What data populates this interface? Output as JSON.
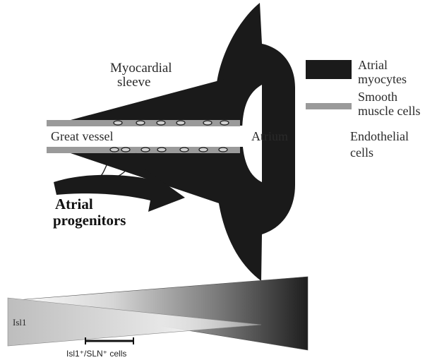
{
  "labels": {
    "myocardial_line1": "Myocardial",
    "myocardial_line2": "sleeve",
    "great_vessel": "Great vessel",
    "atrium": "Atrium",
    "progenitors_line1": "Atrial",
    "progenitors_line2": "progenitors",
    "isl1": "Isl1",
    "double_positive": "Isl1⁺/SLN⁺ cells"
  },
  "legend": [
    {
      "line1": "Atrial",
      "line2": "myocytes"
    },
    {
      "line1": "Smooth",
      "line2": "muscle cells"
    },
    {
      "line1": "Endothelial",
      "line2": "cells"
    }
  ],
  "colors": {
    "myocyte": "#1a1a1a",
    "smooth_muscle": "#9a9a9a",
    "endothelial": "#ffffff",
    "text": "#2a2a2a"
  }
}
